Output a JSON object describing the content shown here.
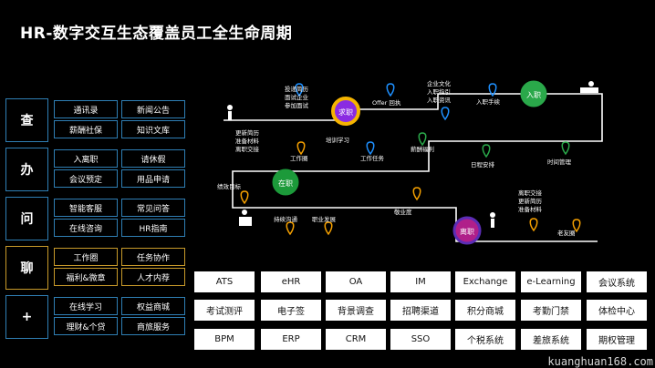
{
  "title": "HR-数字交互生态覆盖员工全生命周期",
  "categories": [
    {
      "label": "查",
      "buttons": [
        "通讯录",
        "新闻公告",
        "薪酬社保",
        "知识文库"
      ]
    },
    {
      "label": "办",
      "buttons": [
        "入离职",
        "请休假",
        "会议预定",
        "用品申请"
      ]
    },
    {
      "label": "问",
      "buttons": [
        "智能客服",
        "常见问答",
        "在线咨询",
        "HR指南"
      ]
    },
    {
      "label": "聊",
      "buttons": [
        "工作圈",
        "任务协作",
        "福利&微章",
        "人才内荐"
      ]
    },
    {
      "label": "+",
      "buttons": [
        "在线学习",
        "权益商城",
        "理财&个贷",
        "商旅服务"
      ]
    }
  ],
  "systems": [
    [
      "ATS",
      "eHR",
      "OA",
      "IM",
      "Exchange",
      "e-Learning",
      "会议系统"
    ],
    [
      "考试测评",
      "电子签",
      "背景调查",
      "招聘渠道",
      "积分商城",
      "考勤门禁",
      "体检中心"
    ],
    [
      "BPM",
      "ERP",
      "CRM",
      "SSO",
      "个税系统",
      "差旅系统",
      "期权管理"
    ]
  ],
  "journey": {
    "stages": {
      "recruit": "求职",
      "onboard": "入职",
      "onjob": "在职",
      "offboard": "离职"
    },
    "recruit_items": [
      "投递简历",
      "面试企业",
      "参加面试"
    ],
    "offer": "Offer 回执",
    "onboard_before": [
      "企业文化",
      "入职指引",
      "入职资讯"
    ],
    "onboard_steps": "入职手续",
    "onjob_top": [
      "更新简历",
      "准备材料",
      "离职交接"
    ],
    "training": "培训学习",
    "work_circle": "工作圈",
    "work_task": "工作任务",
    "salary": "薪酬福利",
    "schedule": "日程安排",
    "time_mgmt": "时间管理",
    "kpi": "绩效目标",
    "comm": "持续沟通",
    "career": "职业发展",
    "satisfaction": "敬业度",
    "offboard_items": [
      "离职交接",
      "更新简历",
      "准备材料"
    ],
    "alumni": "老友圈"
  },
  "watermark": "kuanghuan168.com"
}
